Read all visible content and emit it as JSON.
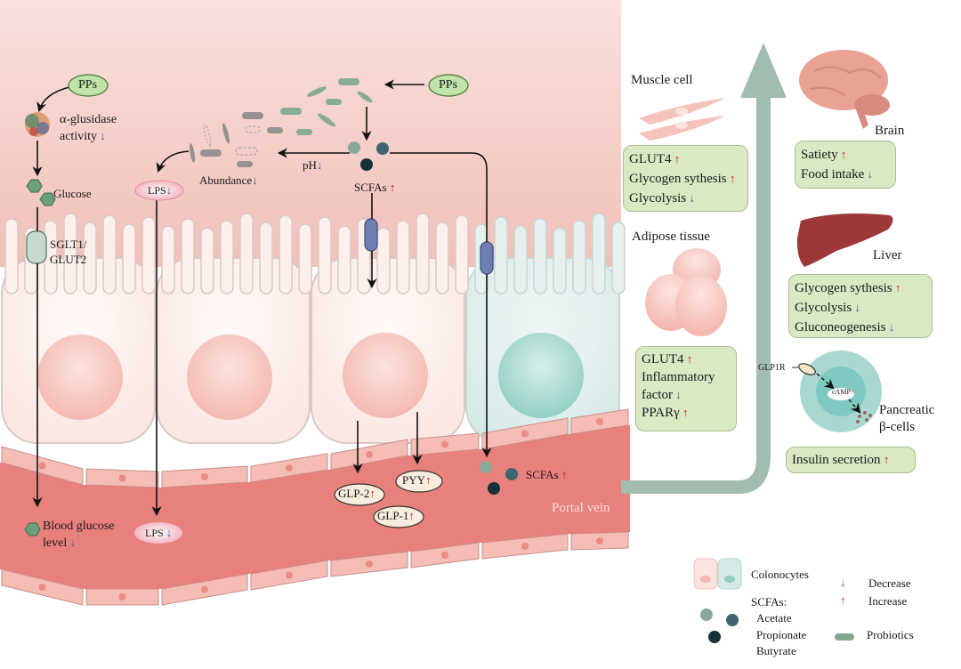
{
  "lumen": {
    "pps_left": "PPs",
    "pps_right": "PPs",
    "alpha_glucosidase": {
      "line1": "α-glusidase",
      "line2": "activity",
      "dir": "down"
    },
    "glucose": "Glucose",
    "transporter": {
      "line1": "SGLT1/",
      "line2": "GLUT2"
    },
    "lps_lumen": {
      "label": "LPS",
      "dir": "down"
    },
    "abundance": {
      "label": "Abundance",
      "dir": "down"
    },
    "ph": {
      "label": "pH",
      "dir": "down"
    },
    "scfas_lumen": {
      "label": "SCFAs",
      "dir": "up"
    }
  },
  "vessel": {
    "blood_glucose": {
      "line1": "Blood glucose",
      "line2": "level",
      "dir": "down"
    },
    "lps_blood": {
      "label": "LPS",
      "dir": "down"
    },
    "glp2": {
      "label": "GLP-2",
      "dir": "up"
    },
    "pyy": {
      "label": "PYY",
      "dir": "up"
    },
    "glp1": {
      "label": "GLP-1",
      "dir": "up"
    },
    "scfas_blood": {
      "label": "SCFAs",
      "dir": "up"
    },
    "portal_vein": "Portal vein"
  },
  "organs": {
    "muscle": {
      "title": "Muscle cell",
      "effects": [
        {
          "label": "GLUT4",
          "dir": "up"
        },
        {
          "label": "Glycogen sythesis",
          "dir": "up"
        },
        {
          "label": "Glycolysis",
          "dir": "down"
        }
      ]
    },
    "adipose": {
      "title": "Adipose tissue",
      "effects": [
        {
          "label": "GLUT4",
          "dir": "up"
        },
        {
          "label": "Inflammatory",
          "dir": ""
        },
        {
          "label": "factor",
          "dir": "down"
        },
        {
          "label": "PPARγ",
          "dir": "up"
        }
      ]
    },
    "brain": {
      "title": "Brain",
      "effects": [
        {
          "label": "Satiety",
          "dir": "up"
        },
        {
          "label": "Food intake",
          "dir": "down"
        }
      ]
    },
    "liver": {
      "title": "Liver",
      "effects": [
        {
          "label": "Glycogen sythesis",
          "dir": "up"
        },
        {
          "label": "Glycolysis",
          "dir": "down"
        },
        {
          "label": "Gluconeogenesis",
          "dir": "down"
        }
      ]
    },
    "pancreas": {
      "title_line1": "Pancreatic",
      "title_line2": "β-cells",
      "receptor": "GLP1R",
      "camp": "cAMP",
      "effects": [
        {
          "label": "Insulin secretion",
          "dir": "up"
        }
      ]
    }
  },
  "legend": {
    "colonocytes": "Colonocytes",
    "scfas_title": "SCFAs:",
    "acetate": "Acetate",
    "propionate": "Propionate",
    "butyrate": "Butyrate",
    "decrease": "Decrease",
    "increase": "Increase",
    "probiotics": "Probiotics"
  },
  "arrows": {
    "up": "↑",
    "down": "↓"
  },
  "colors": {
    "acetate": "#8aa89a",
    "propionate": "#3f6670",
    "butyrate": "#15313a",
    "increase": "#c8202a",
    "decrease": "#3d5f9a",
    "effect_box": "#d9e9c4",
    "vessel": "#e8807c",
    "flow_arrow": "#a3bcb0"
  }
}
